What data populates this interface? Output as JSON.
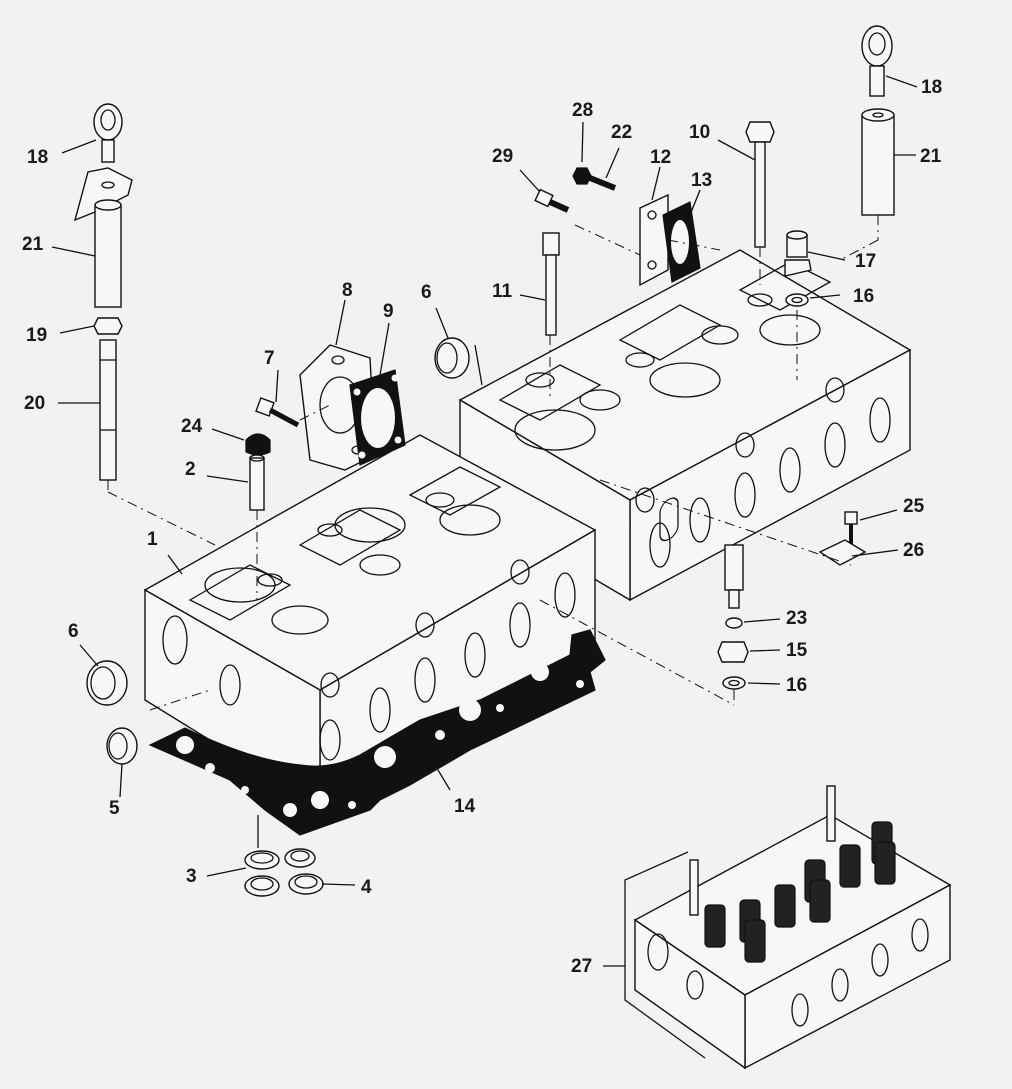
{
  "diagram": {
    "callouts": {
      "c1": "1",
      "c2": "2",
      "c3": "3",
      "c4": "4",
      "c5": "5",
      "c6a": "6",
      "c6b": "6",
      "c7": "7",
      "c8": "8",
      "c9": "9",
      "c10": "10",
      "c11": "11",
      "c12": "12",
      "c13": "13",
      "c14": "14",
      "c15": "15",
      "c16a": "16",
      "c16b": "16",
      "c17": "17",
      "c18a": "18",
      "c18b": "18",
      "c19": "19",
      "c20": "20",
      "c21a": "21",
      "c21b": "21",
      "c22": "22",
      "c23": "23",
      "c24": "24",
      "c25": "25",
      "c26": "26",
      "c27": "27",
      "c28": "28",
      "c29": "29"
    }
  }
}
